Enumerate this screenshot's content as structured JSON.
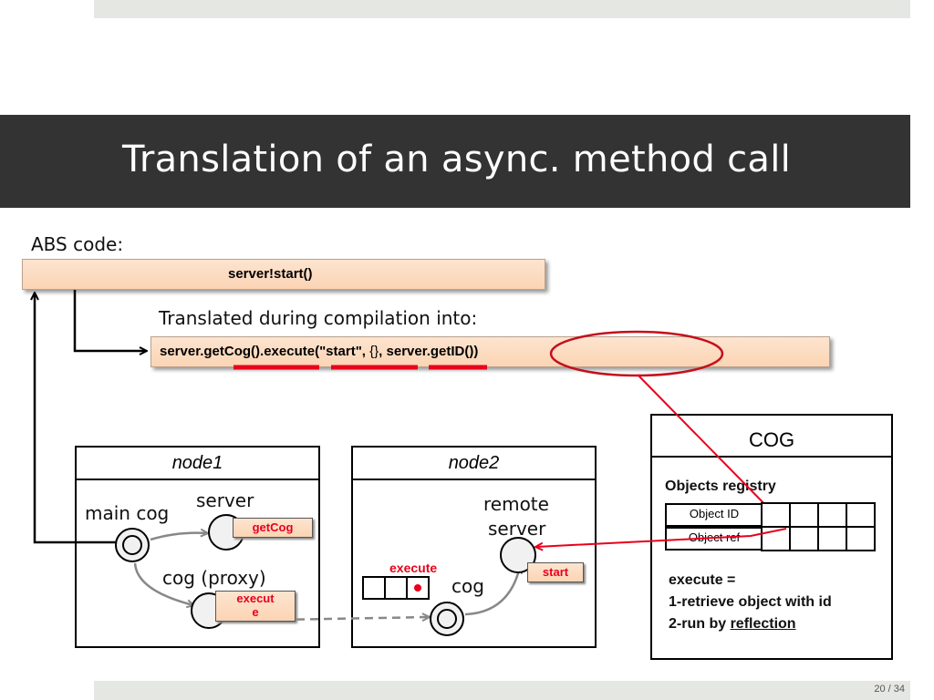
{
  "slide": {
    "title": "Translation of an async. method call",
    "abs_label": "ABS code:",
    "abs_code": "server!start()",
    "translated_label": "Translated during compilation into:",
    "translated_code": {
      "part1": "server.getCog().execute(\"start\", ",
      "part2": "{}",
      "part3": ", server.getID())"
    },
    "page": {
      "current": "20",
      "separator": " / ",
      "total": "34"
    }
  },
  "node1": {
    "title": "node1",
    "main_cog_label": "main cog",
    "server_label": "server",
    "getcog_tag": "getCog",
    "proxy_label": "cog (proxy)",
    "execute_tag": "execut\ne"
  },
  "node2": {
    "title": "node2",
    "remote_label_1": "remote",
    "remote_label_2": "server",
    "execute_label": "execute",
    "start_tag": "start",
    "cog_label": "cog"
  },
  "cog_panel": {
    "title": "COG",
    "registry_title": "Objects registry",
    "object_id": "Object ID",
    "object_ref": "Object ref",
    "desc_1": "execute =",
    "desc_2": "1-retrieve object with id",
    "desc_3": "2-run by ",
    "desc_link": "reflection"
  },
  "colors": {
    "accent_red": "#e8001c",
    "box_fill": "#fbd9bd",
    "title_bar": "#333333"
  }
}
